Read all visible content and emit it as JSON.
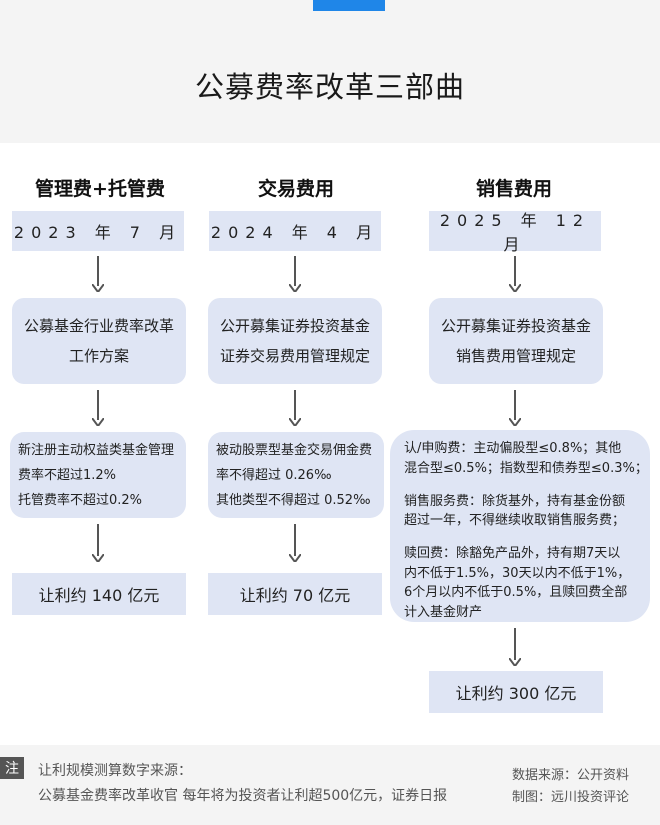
{
  "title": "公募费率改革三部曲",
  "columns": [
    {
      "heading": "管理费+托管费",
      "date": "2023 年 7 月",
      "document": [
        "公募基金行业费率改革",
        "工作方案"
      ],
      "details": [
        "新注册主动权益类基金管理",
        "费率不超过1.2%",
        "托管费率不超过0.2%"
      ],
      "result": "让利约 140 亿元"
    },
    {
      "heading": "交易费用",
      "date": "2024 年 4 月",
      "document": [
        "公开募集证券投资基金",
        "证券交易费用管理规定"
      ],
      "details": [
        "被动股票型基金交易佣金费",
        "率不得超过 0.26‰",
        "其他类型不得超过 0.52‰"
      ],
      "result": "让利约 70 亿元"
    },
    {
      "heading": "销售费用",
      "date": "2025 年 12 月",
      "document": [
        "公开募集证券投资基金",
        "销售费用管理规定"
      ],
      "details": [
        "认/申购费：主动偏股型≤0.8%；其他",
        "混合型≤0.5%；指数型和债券型≤0.3%；",
        "",
        "销售服务费：除货基外，持有基金份额",
        "超过一年，不得继续收取销售服务费；",
        "",
        "赎回费：除豁免产品外，持有期7天以",
        "内不低于1.5%，30天以内不低于1%，",
        "6个月以内不低于0.5%，且赎回费全部",
        "计入基金财产"
      ],
      "result": "让利约 300 亿元"
    }
  ],
  "footer": {
    "note_label": "注",
    "note_line1": "让利规模测算数字来源：",
    "note_line2": "公募基金费率改革收官 每年将为投资者让利超500亿元，证券日报",
    "source": "数据来源：公开资料",
    "made_by": "制图：远川投资评论"
  },
  "colors": {
    "accent": "#1f86e8",
    "box_fill": "#dfe5f4",
    "band": "#f4f4f4",
    "arrow": "#555555"
  }
}
